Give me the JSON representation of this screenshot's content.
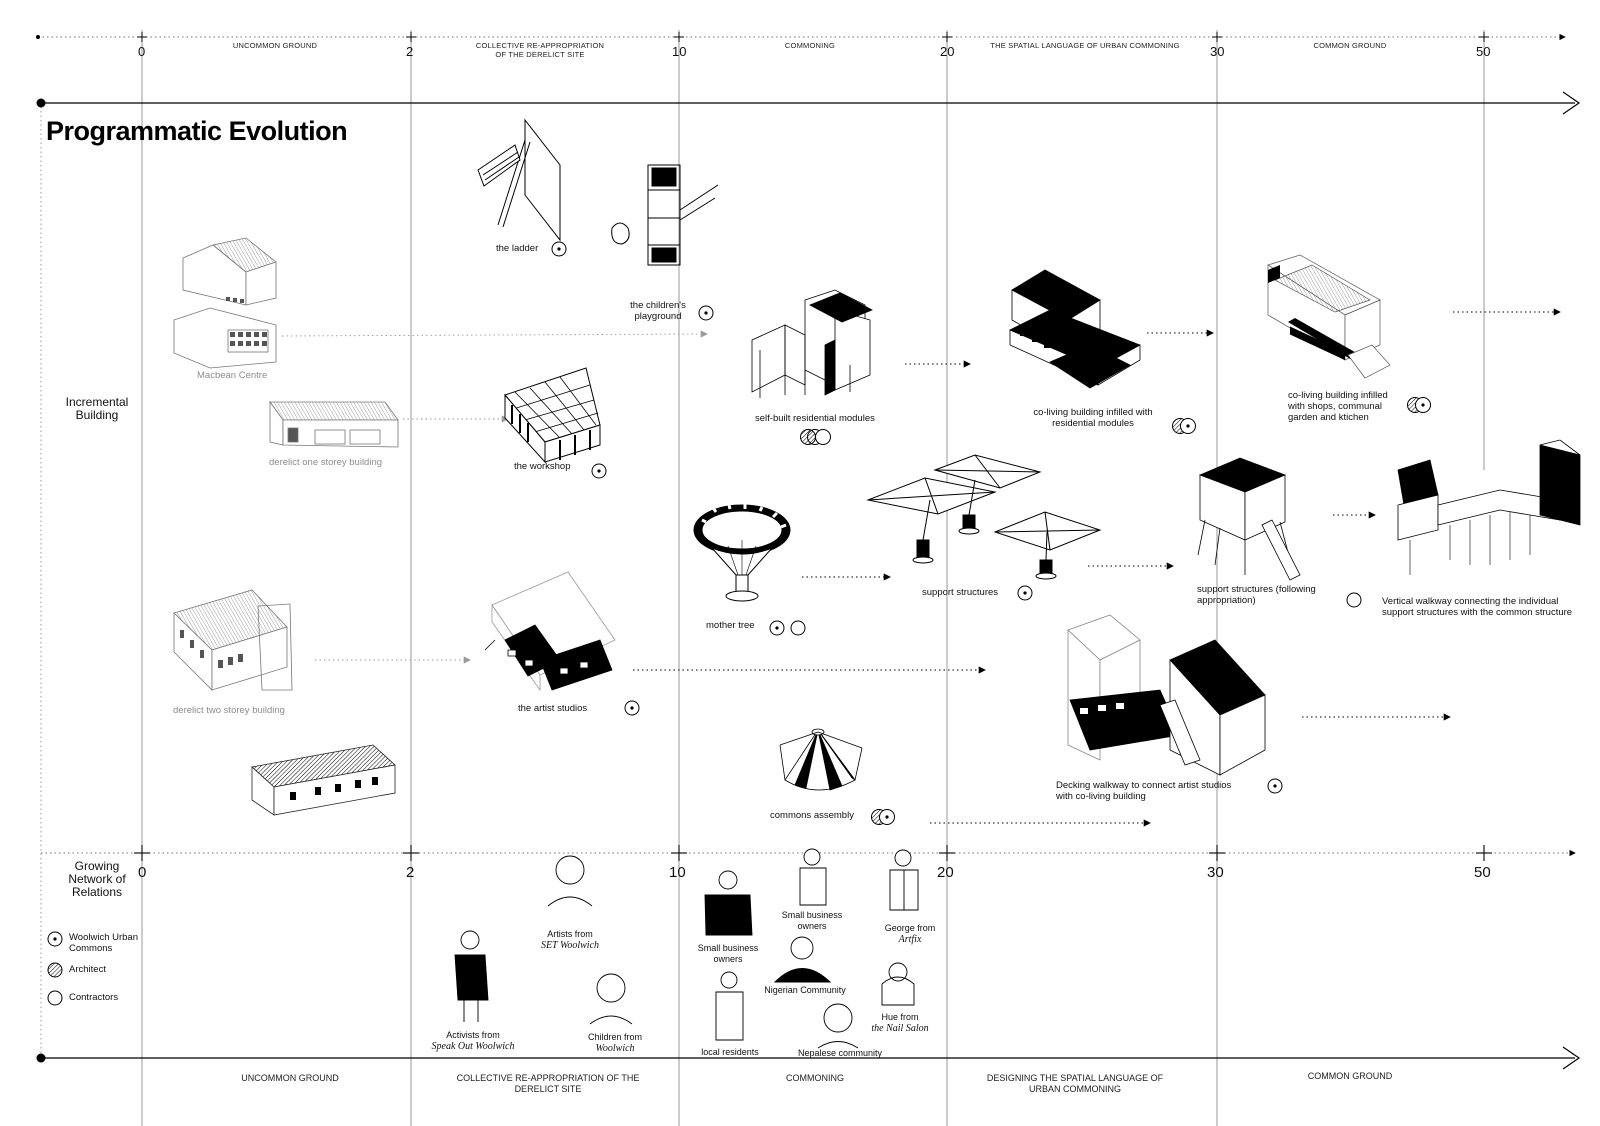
{
  "title": "Programmatic Evolution",
  "ticks": [
    "0",
    "2",
    "10",
    "20",
    "30",
    "50"
  ],
  "phases_top": [
    "UNCOMMON GROUND",
    "COLLECTIVE RE-APPROPRIATION OF THE DERELICT SITE",
    "COMMONING",
    "THE SPATIAL LANGUAGE OF URBAN COMMONING",
    "COMMON GROUND"
  ],
  "phases_bottom": [
    "UNCOMMON GROUND",
    "COLLECTIVE RE-APPROPRIATION OF THE DERELICT SITE",
    "COMMONING",
    "DESIGNING THE SPATIAL LANGUAGE OF URBAN COMMONING",
    "COMMON GROUND"
  ],
  "rows": {
    "incremental": "Incremental Building",
    "relations": "Growing Network of Relations"
  },
  "existing": {
    "macbean": "Macbean Centre",
    "one_storey": "derelict one storey building",
    "two_storey": "derelict two storey building"
  },
  "interventions": {
    "ladder": "the ladder",
    "playground": "the children's playground",
    "workshop": "the workshop",
    "artist_studios": "the artist studios",
    "modules": "self-built residential modules",
    "mother_tree": "mother tree",
    "commons_assembly": "commons assembly",
    "coliving_infilled": "co-living building infilled with residential modules",
    "support_structures": "support structures",
    "support_following": "support structures (following appropriation)",
    "coliving_shops": "co-living building infilled with shops, communal garden and ktichen",
    "vertical_walkway": "Vertical walkway connecting the individual support structures with the common structure",
    "decking_walkway": "Decking walkway to connect artist studios with co-living building"
  },
  "people": {
    "activists": [
      "Activists from",
      "Speak Out Woolwich"
    ],
    "artists": [
      "Artists from",
      "SET Woolwich"
    ],
    "children": [
      "Children from",
      "Woolwich"
    ],
    "small_business_1": "Small business owners",
    "small_business_2": "Small business owners",
    "george": [
      "George from",
      "Artfix"
    ],
    "nigerian": "Nigerian Community",
    "local_residents": "local residents",
    "nepalese": "Nepalese community",
    "hue": [
      "Hue from",
      "the Nail Salon"
    ]
  },
  "legend": {
    "wuc": "Woolwich Urban Commons",
    "architect": "Architect",
    "contractors": "Contractors"
  },
  "icons": {
    "wuc": "dotted-circle-icon",
    "architect": "hatched-circle-icon",
    "contractors": "empty-circle-icon"
  }
}
